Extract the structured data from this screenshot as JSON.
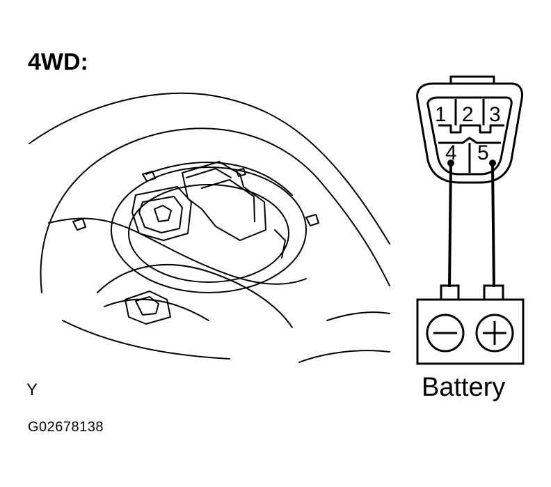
{
  "title": "4WD:",
  "view_marker": "Y",
  "figure_code": "G02678138",
  "connector": {
    "pins": [
      "1",
      "2",
      "3",
      "4",
      "5"
    ]
  },
  "battery": {
    "label": "Battery",
    "negative_symbol": "minus-icon",
    "positive_symbol": "plus-icon"
  },
  "wiring": [
    {
      "from_pin": "4",
      "to_terminal": "negative"
    },
    {
      "from_pin": "5",
      "to_terminal": "positive"
    }
  ]
}
